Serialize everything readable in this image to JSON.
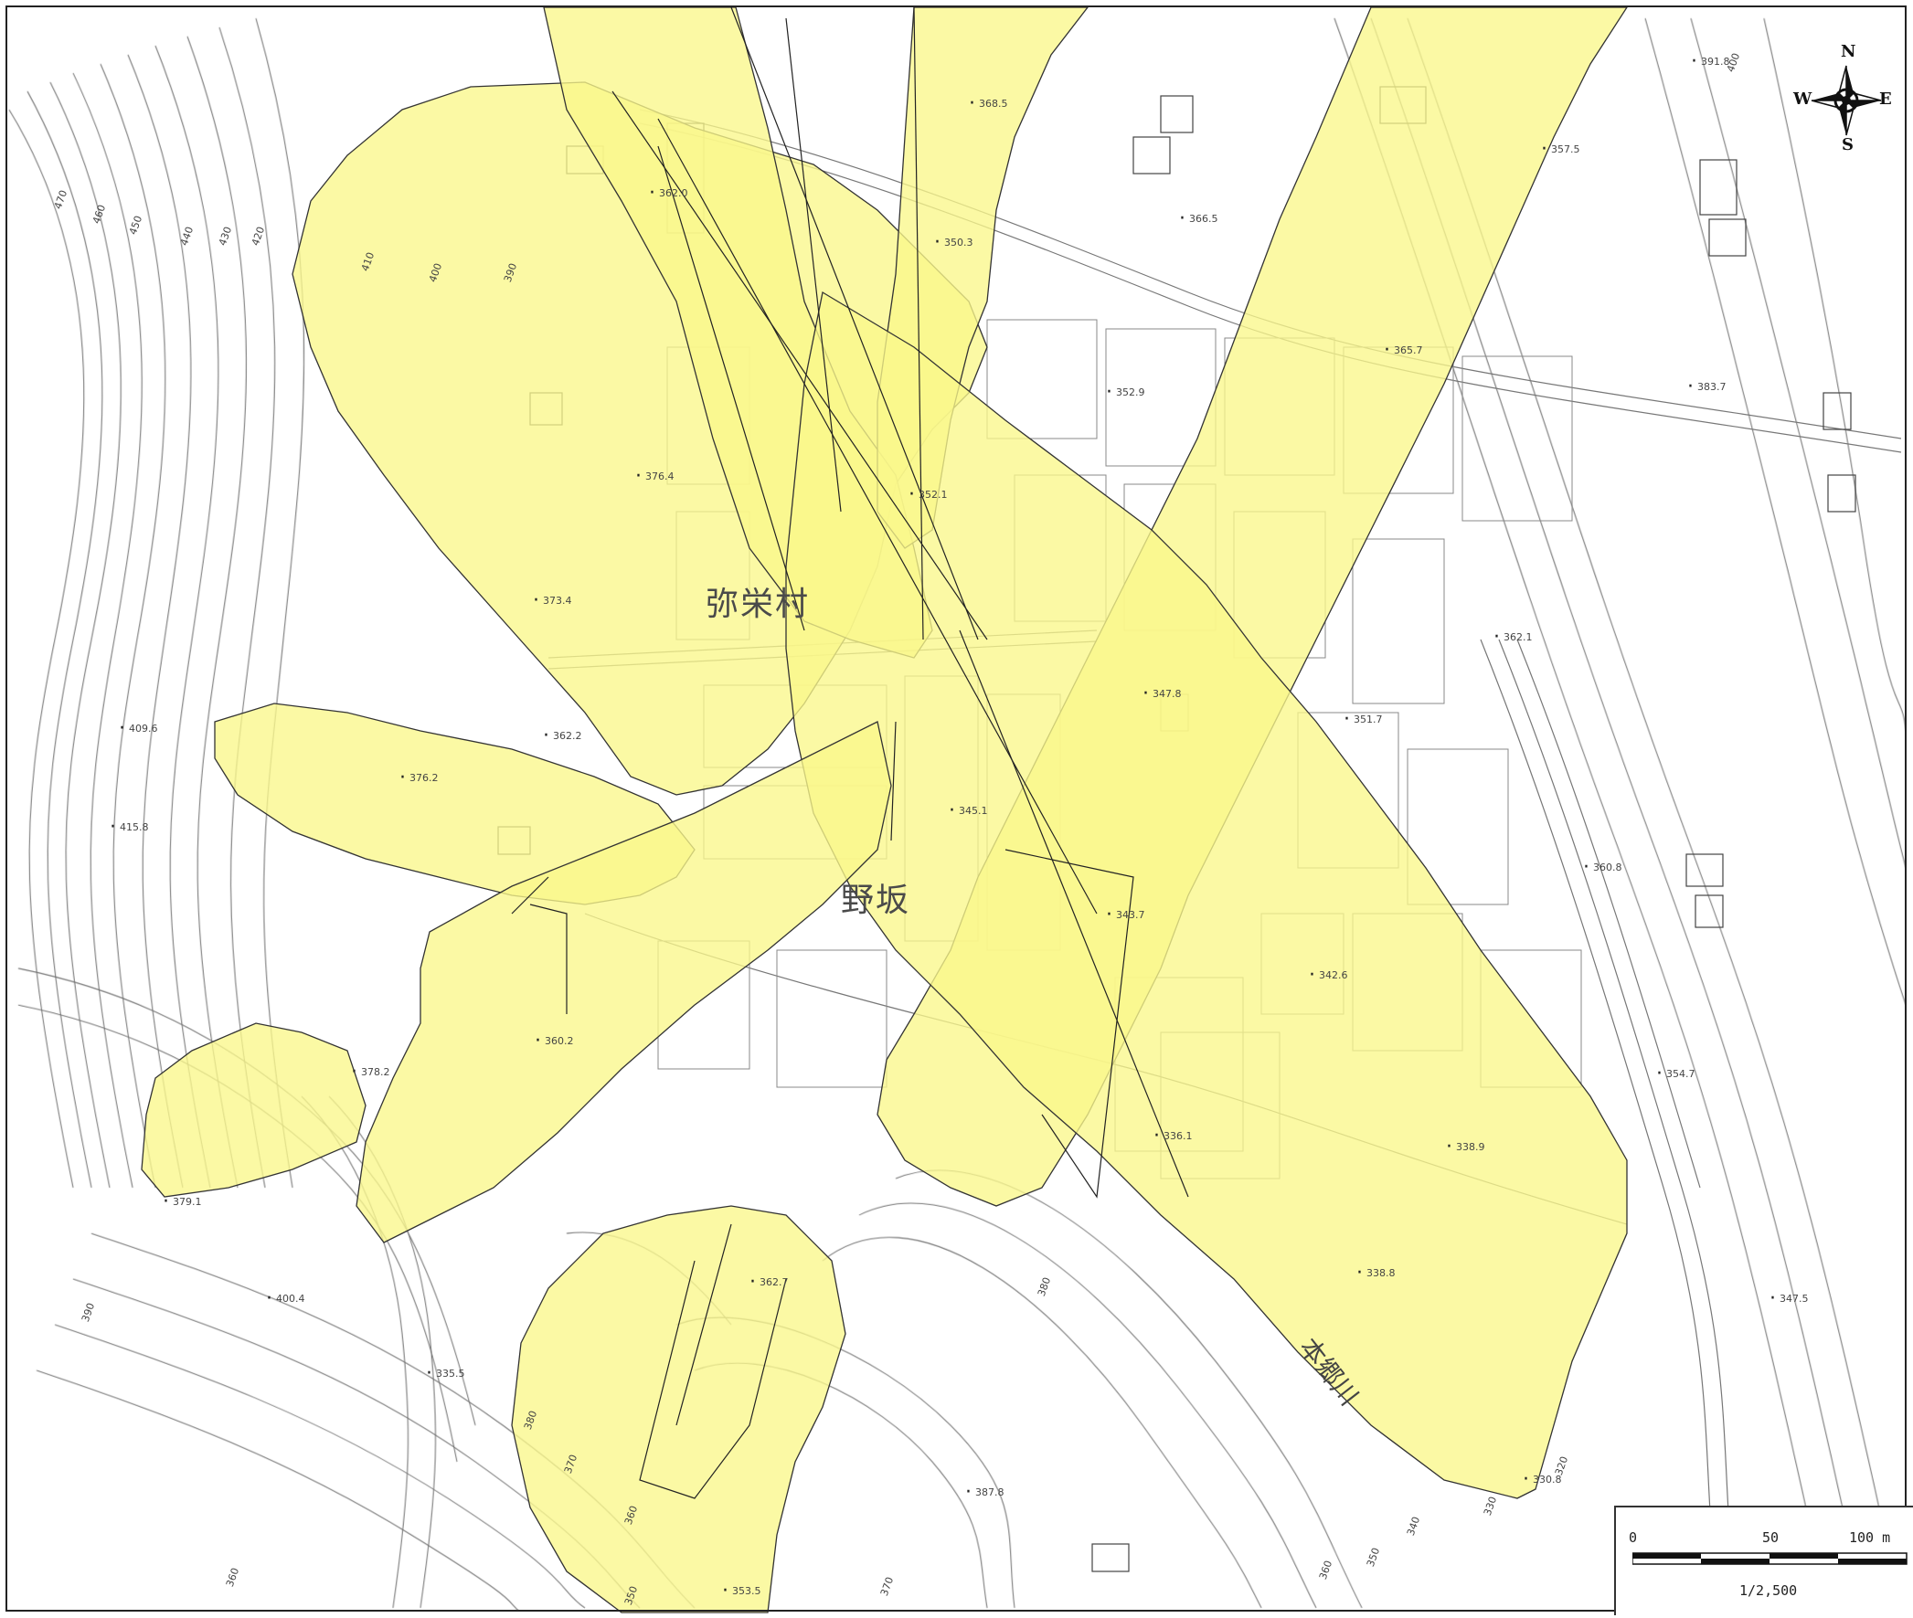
{
  "map": {
    "place_names": {
      "village": "弥栄村",
      "district": "野坂",
      "river": "本郷川"
    },
    "spot_heights": [
      "391.8",
      "368.5",
      "362.0",
      "350.3",
      "366.5",
      "357.5",
      "365.7",
      "352.9",
      "383.7",
      "376.4",
      "352.1",
      "373.4",
      "362.1",
      "347.8",
      "351.7",
      "409.6",
      "376.2",
      "362.2",
      "345.1",
      "415.8",
      "360.8",
      "343.7",
      "342.6",
      "360.2",
      "378.2",
      "354.7",
      "336.1",
      "338.9",
      "379.1",
      "400.4",
      "362.7",
      "338.8",
      "347.5",
      "335.5",
      "387.8",
      "353.5",
      "330.8"
    ],
    "contour_labels": [
      "470",
      "460",
      "450",
      "440",
      "430",
      "420",
      "410",
      "400",
      "390",
      "400",
      "390",
      "380",
      "370",
      "360",
      "360",
      "350",
      "340",
      "330",
      "320",
      "380",
      "370",
      "360",
      "350"
    ],
    "colors": {
      "hazard_zone": "#faf78a",
      "contour": "#6b6b6b",
      "frame": "#222222"
    }
  },
  "compass": {
    "n": "N",
    "s": "S",
    "e": "E",
    "w": "W"
  },
  "scale": {
    "tick_0": "0",
    "tick_50": "50",
    "tick_100": "100 m",
    "ratio": "1/2,500"
  }
}
